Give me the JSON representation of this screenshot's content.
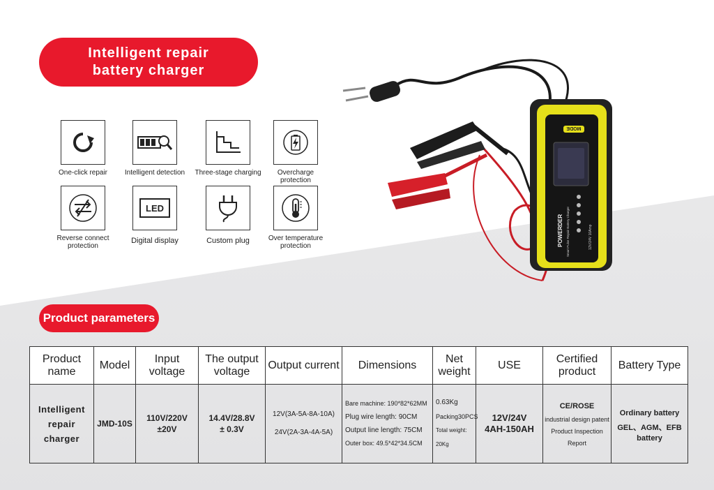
{
  "title": {
    "line1": "Intelligent repair",
    "line2": "battery charger"
  },
  "features": [
    {
      "icon": "refresh-arrow-icon",
      "label": "One-click repair"
    },
    {
      "icon": "battery-magnifier-icon",
      "label": "Intelligent detection"
    },
    {
      "icon": "three-step-icon",
      "label": "Three-stage charging"
    },
    {
      "icon": "battery-bolt-icon",
      "label": "Overcharge protection"
    },
    {
      "icon": "reverse-arrows-icon",
      "label": "Reverse connect protection"
    },
    {
      "icon": "led-display-icon",
      "label": "Digital display",
      "icon_text": "LED"
    },
    {
      "icon": "plug-icon",
      "label": "Custom plug"
    },
    {
      "icon": "thermometer-icon",
      "label": "Over temperature protection"
    }
  ],
  "product_labels": {
    "mode": "MODE",
    "brand": "POWERDER",
    "model_text": "12V/24V 10Amp",
    "subtitle": "Smart Pulse Repair Battery Charger"
  },
  "params_title": "Product parameters",
  "table": {
    "headers": [
      "Product name",
      "Model",
      "Input voltage",
      "The output voltage",
      "Output current",
      "Dimensions",
      "Net weight",
      "USE",
      "Certified product",
      "Battery Type"
    ],
    "row": {
      "name": "Intelligent repair charger",
      "model": "JMD-10S",
      "input_l1": "110V/220V",
      "input_l2": "±20V",
      "output_l1": "14.4V/28.8V",
      "output_l2": "± 0.3V",
      "current_l1": "12V(3A-5A-8A-10A)",
      "current_l2": "24V(2A-3A-4A-5A)",
      "dim_l1": "Bare machine: 190*82*62MM",
      "dim_l2": "Plug wire length: 90CM",
      "dim_l3": "Output line length: 75CM",
      "dim_l4": "Outer box: 49.5*42*34.5CM",
      "weight_l1": "0.63Kg",
      "weight_l2": "Packing30PCS",
      "weight_l3": "Total weight: 20Kg",
      "use_l1": "12V/24V",
      "use_l2": "4AH-150AH",
      "cert_l1": "CE/ROSE",
      "cert_l2": "industrial design patent",
      "cert_l3": "Product Inspection Report",
      "battery_l1": "Ordinary battery",
      "battery_l2": "GEL、AGM、EFB",
      "battery_l3": "battery"
    }
  },
  "colors": {
    "accent": "#e8192c",
    "charger_yellow": "#e6e01a",
    "charger_body": "#222222",
    "clamp_red": "#d6202a"
  }
}
